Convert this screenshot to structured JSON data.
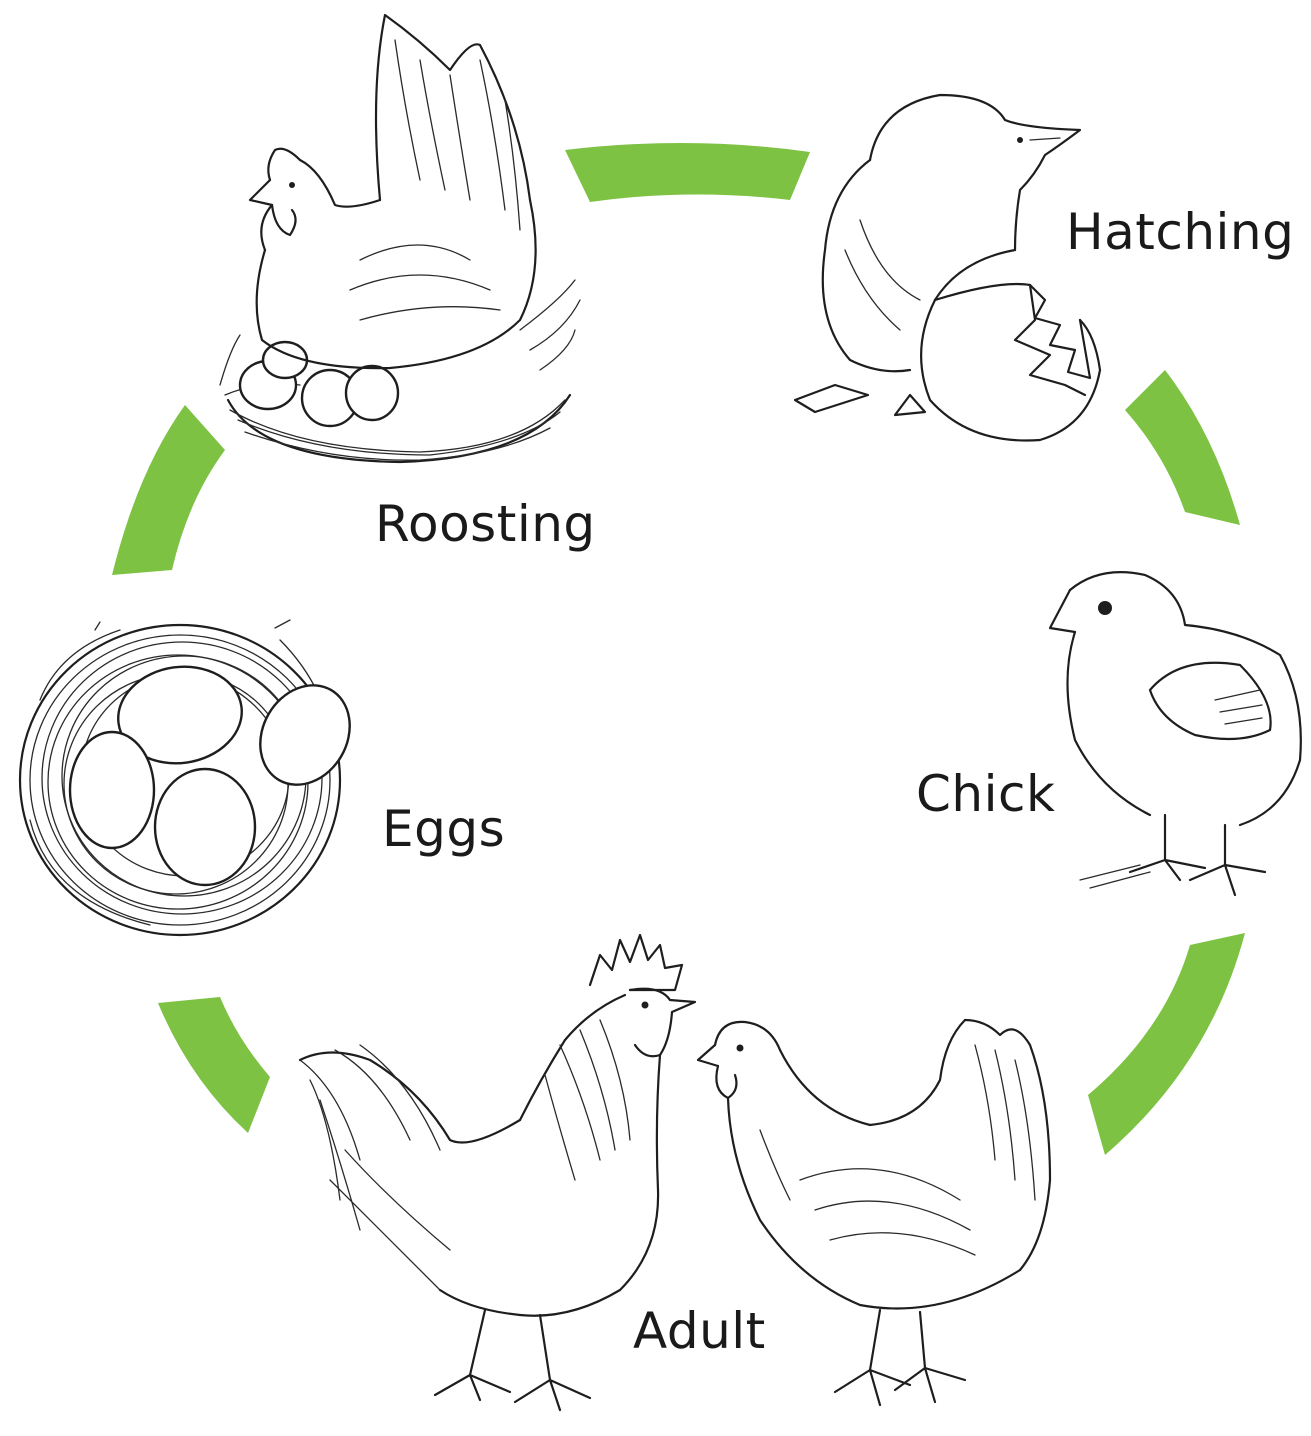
{
  "stages": {
    "roosting": "Roosting",
    "hatching": "Hatching",
    "chick": "Chick",
    "adult": "Adult",
    "eggs": "Eggs"
  },
  "colors": {
    "arrow": "#7dc242",
    "ink": "#1e1e1e",
    "background": "#ffffff"
  },
  "icons": [
    "hen-on-nest-icon",
    "hatching-chick-icon",
    "chick-icon",
    "rooster-icon",
    "hen-icon",
    "nest-with-eggs-icon"
  ]
}
